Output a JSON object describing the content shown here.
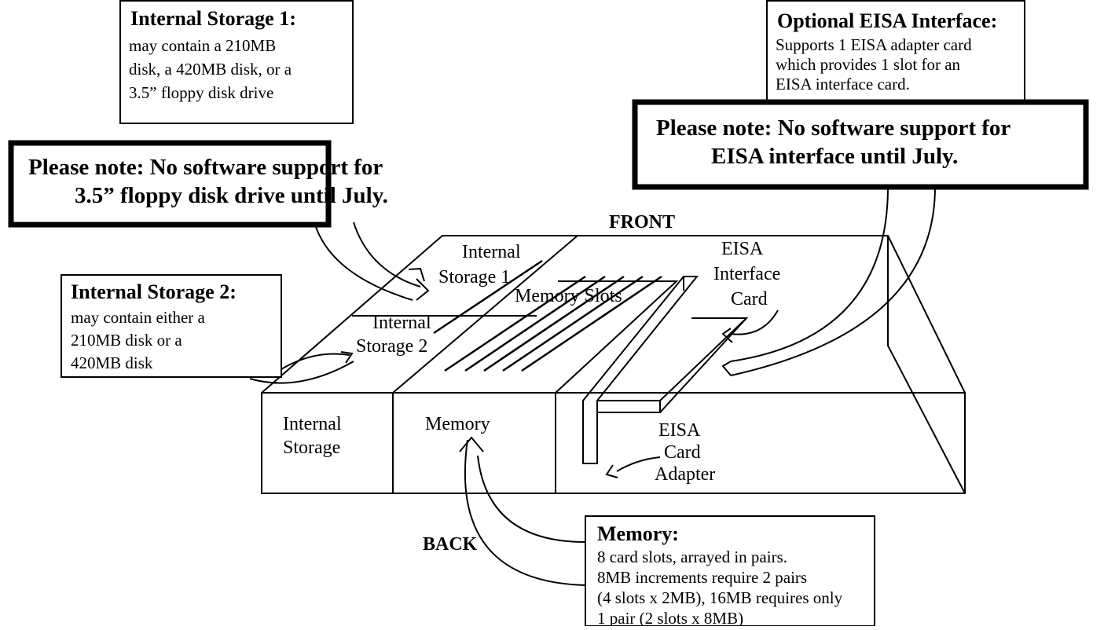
{
  "diagram": {
    "orientation": {
      "front": "FRONT",
      "back": "BACK"
    },
    "chassis_labels": {
      "internal_storage_1": [
        "Internal",
        "Storage 1"
      ],
      "internal_storage_2": [
        "Internal",
        "Storage 2"
      ],
      "memory_slots": "Memory Slots",
      "eisa_interface_card": [
        "EISA",
        "Interface",
        "Card"
      ],
      "internal_storage_front": [
        "Internal",
        "Storage"
      ],
      "memory_front": "Memory",
      "eisa_card_adapter": [
        "EISA",
        "Card",
        "Adapter"
      ]
    },
    "callouts": {
      "storage1": {
        "title": "Internal Storage 1",
        "title_suffix": ":",
        "lines": [
          "may contain a 210MB",
          "disk, a 420MB disk, or a",
          "3.5” floppy disk drive"
        ]
      },
      "storage1_note": {
        "lines": [
          "Please note:  No software support for",
          "3.5” floppy disk drive until July."
        ]
      },
      "eisa": {
        "title": "Optional EISA Interface:",
        "lines": [
          "Supports 1 EISA adapter card",
          "which provides 1 slot for an",
          "EISA interface card."
        ]
      },
      "eisa_note": {
        "lines": [
          "Please note:  No software support for",
          "EISA interface until July."
        ]
      },
      "storage2": {
        "title": "Internal Storage 2",
        "title_suffix": ":",
        "lines": [
          "may contain either a",
          "210MB disk or a",
          "420MB disk"
        ]
      },
      "memory": {
        "title": "Memory:",
        "lines": [
          "8 card slots, arrayed in pairs.",
          "8MB increments require 2 pairs",
          "(4 slots x 2MB), 16MB requires only",
          "1 pair (2 slots x 8MB)"
        ]
      }
    }
  }
}
